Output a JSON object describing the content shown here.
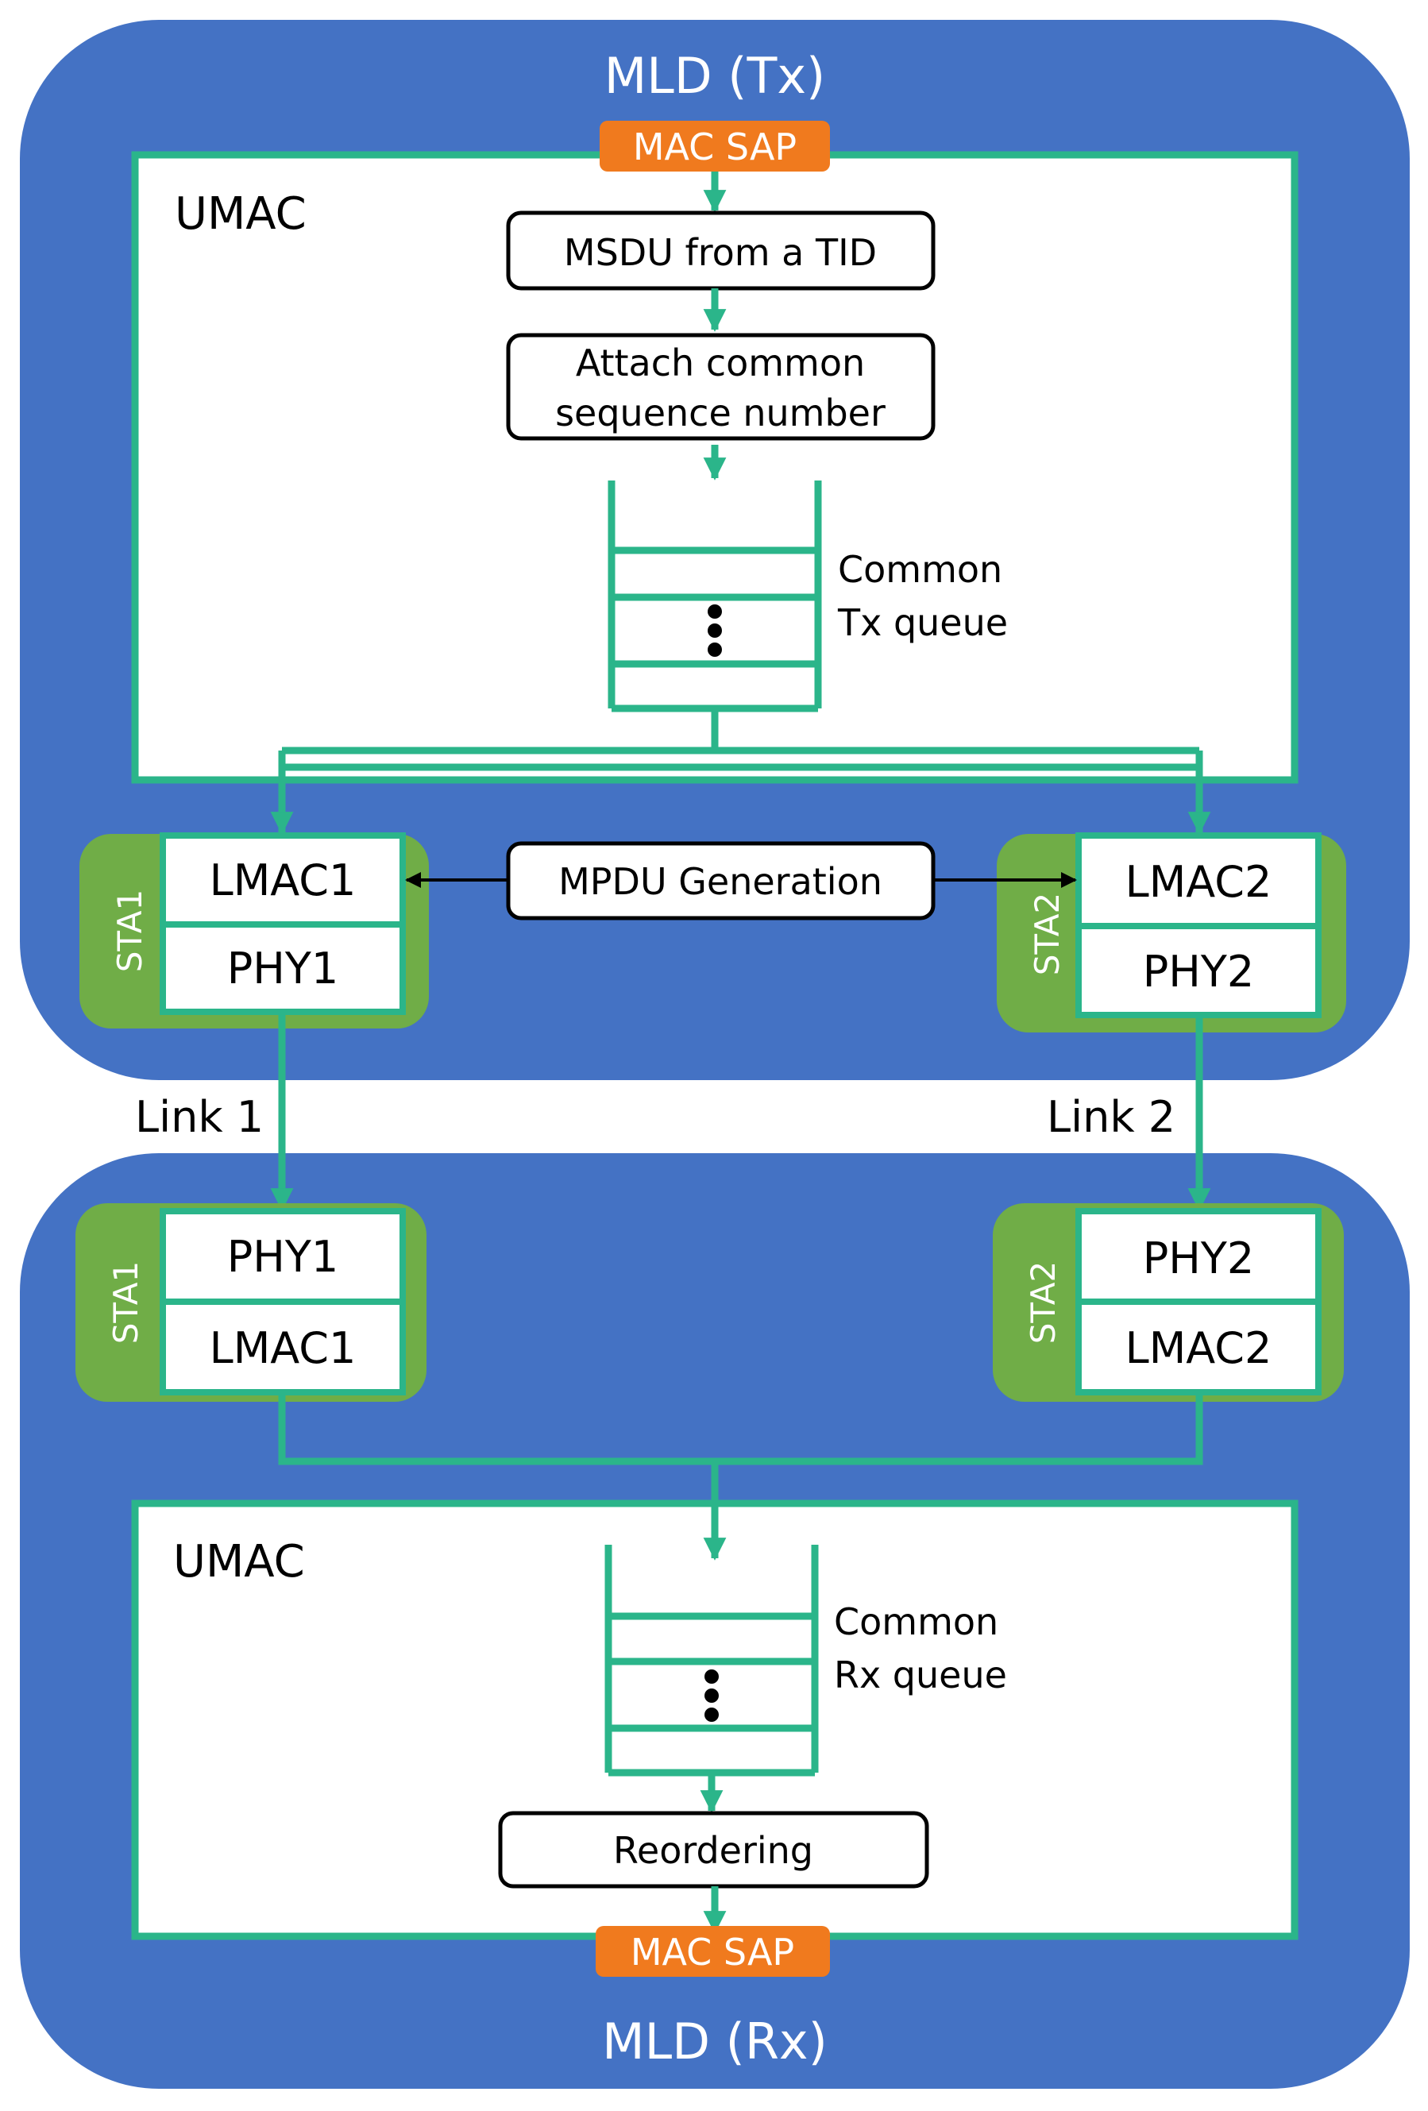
{
  "tx": {
    "title": "MLD (Tx)",
    "mac_sap": "MAC SAP",
    "umac_label": "UMAC",
    "msdu_box": "MSDU from a TID",
    "seq_box_line1": "Attach common",
    "seq_box_line2": "sequence number",
    "queue_label_line1": "Common",
    "queue_label_line2": "Tx queue",
    "sta1": {
      "label": "STA1",
      "lmac": "LMAC1",
      "phy": "PHY1"
    },
    "sta2": {
      "label": "STA2",
      "lmac": "LMAC2",
      "phy": "PHY2"
    },
    "mpdu_box": "MPDU Generation"
  },
  "links": {
    "link1": "Link 1",
    "link2": "Link 2"
  },
  "rx": {
    "title": "MLD (Rx)",
    "mac_sap": "MAC SAP",
    "umac_label": "UMAC",
    "queue_label_line1": "Common",
    "queue_label_line2": "Rx queue",
    "reorder_box": "Reordering",
    "sta1": {
      "label": "STA1",
      "phy": "PHY1",
      "lmac": "LMAC1"
    },
    "sta2": {
      "label": "STA2",
      "phy": "PHY2",
      "lmac": "LMAC2"
    }
  },
  "colors": {
    "mld_blue": "#4472c4",
    "teal_line": "#2bb58a",
    "sta_green": "#70ad47",
    "sap_orange": "#f07a1e",
    "white": "#ffffff",
    "black": "#000000"
  }
}
